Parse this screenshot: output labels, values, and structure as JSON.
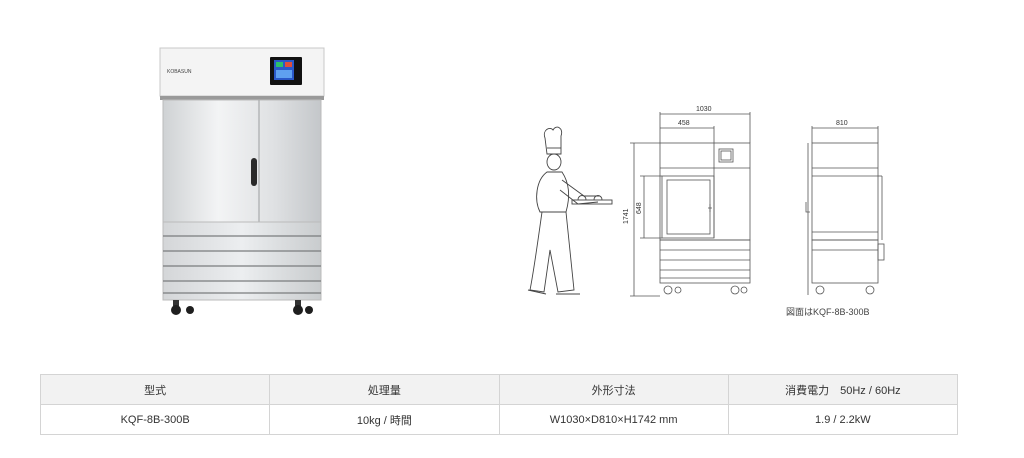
{
  "product": {
    "brand_logo": "KOBASUN"
  },
  "drawing": {
    "dims": {
      "width_total": "1030",
      "width_door": "458",
      "depth": "810",
      "height_total": "1741",
      "height_door": "648"
    },
    "caption": "図面はKQF-8B-300B"
  },
  "spec_table": {
    "headers": [
      "型式",
      "処理量",
      "外形寸法",
      "消費電力　50Hz / 60Hz"
    ],
    "row": [
      "KQF-8B-300B",
      "10kg / 時間",
      "W1030×D810×H1742 mm",
      "1.9 / 2.2kW"
    ]
  }
}
